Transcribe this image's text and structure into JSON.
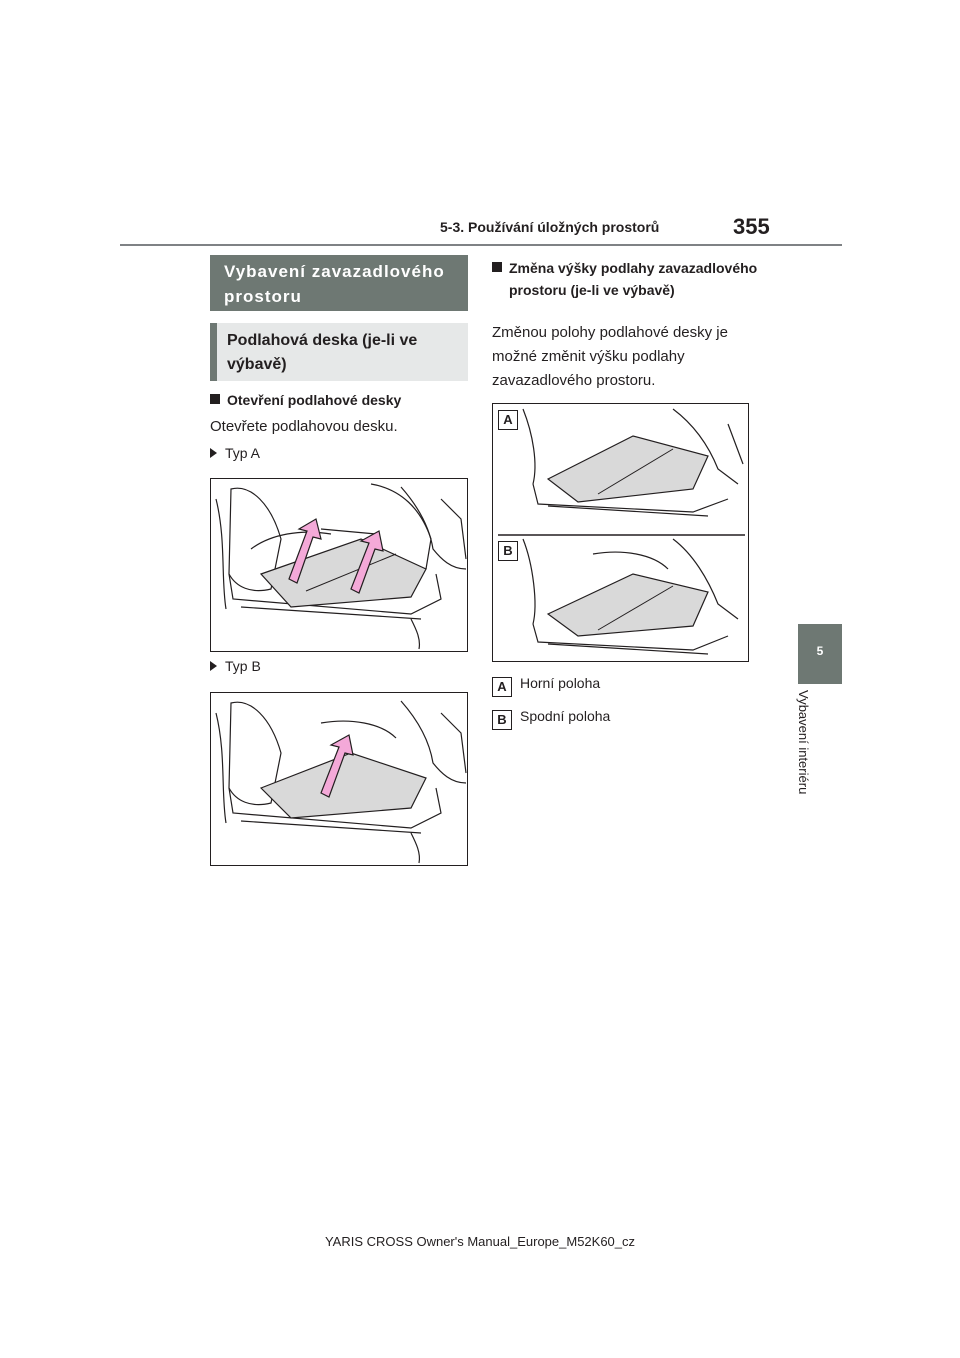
{
  "header": {
    "section_title": "5-3. Používání úložných prostorů",
    "page_number": "355"
  },
  "chapter_tab": {
    "number": "5",
    "label": "Vybavení interiéru"
  },
  "left": {
    "section_heading": "Vybavení zavazadlového prostoru",
    "subsection_heading": "Podlahová deska (je-li ve výbavě)",
    "item_heading": "Otevření podlahové desky",
    "item_text": "Otevřete podlahovou desku.",
    "type_a": "Typ A",
    "type_b": "Typ B"
  },
  "right": {
    "item_heading": "Změna výšky podlahy zavazadlového prostoru (je-li ve výbavě)",
    "item_text": "Změnou polohy podlahové desky je možné změnit výšku podlahy zavazadlového prostoru.",
    "figure_labels": [
      "A",
      "B"
    ],
    "legend": [
      {
        "badge": "A",
        "text": "Horní poloha"
      },
      {
        "badge": "B",
        "text": "Spodní poloha"
      }
    ]
  },
  "footer": {
    "text": "YARIS CROSS Owner's Manual_Europe_M52K60_cz"
  },
  "colors": {
    "heading_bg": "#6e7873",
    "subheading_bg": "#e6e8e8",
    "arrow_fill": "#f4a9d8",
    "board_fill": "#d9d9d9"
  }
}
